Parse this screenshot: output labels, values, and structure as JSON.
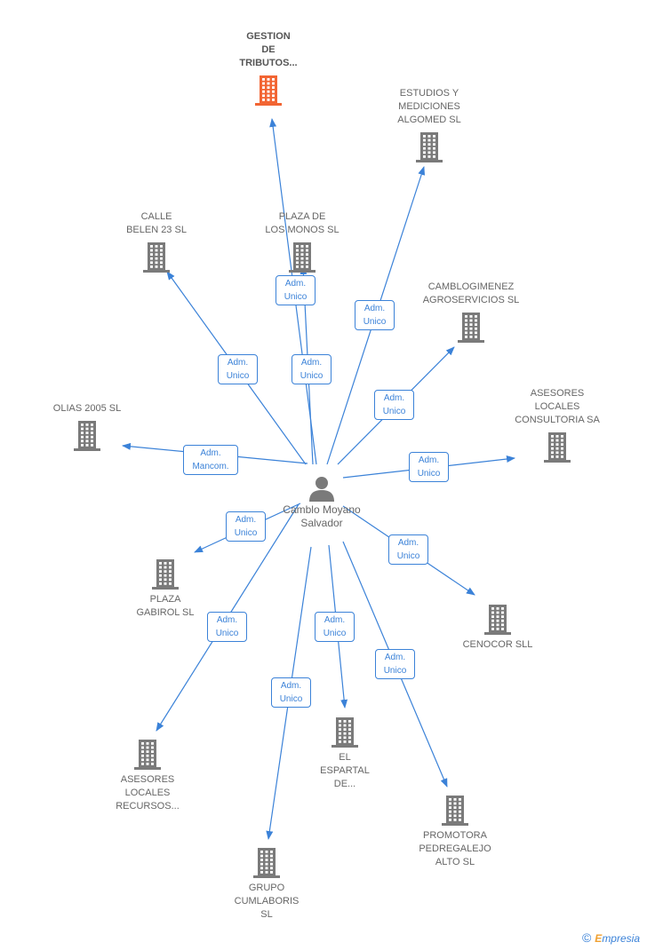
{
  "center": {
    "name": [
      "Camblo",
      "Moyano",
      "Salvador"
    ]
  },
  "companies": [
    {
      "id": "gestion",
      "name": [
        "GESTION",
        "DE",
        "TRIBUTOS..."
      ],
      "focus": true,
      "color": "#f26533"
    },
    {
      "id": "estudios",
      "name": [
        "ESTUDIOS Y",
        "MEDICIONES",
        "ALGOMED SL"
      ],
      "color": "#7a7a7a"
    },
    {
      "id": "calle",
      "name": [
        "CALLE",
        "BELEN 23 SL"
      ],
      "color": "#7a7a7a"
    },
    {
      "id": "plaza-monos",
      "name": [
        "PLAZA DE",
        "LOS MONOS SL"
      ],
      "color": "#7a7a7a"
    },
    {
      "id": "camblogimenez",
      "name": [
        "CAMBLOGIMENEZ",
        "AGROSERVICIOS SL"
      ],
      "color": "#7a7a7a"
    },
    {
      "id": "olias",
      "name": [
        "OLIAS 2005 SL"
      ],
      "color": "#7a7a7a"
    },
    {
      "id": "asesores-consultoria",
      "name": [
        "ASESORES",
        "LOCALES",
        "CONSULTORIA SA"
      ],
      "color": "#7a7a7a"
    },
    {
      "id": "plaza-gabirol",
      "name": [
        "PLAZA",
        "GABIROL SL"
      ],
      "color": "#7a7a7a"
    },
    {
      "id": "cenocor",
      "name": [
        "CENOCOR  SLL"
      ],
      "color": "#7a7a7a"
    },
    {
      "id": "asesores-recursos",
      "name": [
        "ASESORES",
        "LOCALES",
        "RECURSOS..."
      ],
      "color": "#7a7a7a"
    },
    {
      "id": "espartal",
      "name": [
        "EL",
        "ESPARTAL",
        "DE..."
      ],
      "color": "#7a7a7a"
    },
    {
      "id": "promotora",
      "name": [
        "PROMOTORA",
        "PEDREGALEJO",
        "ALTO SL"
      ],
      "color": "#7a7a7a"
    },
    {
      "id": "grupo",
      "name": [
        "GRUPO",
        "CUMLABORIS",
        "SL"
      ],
      "color": "#7a7a7a"
    }
  ],
  "relations": [
    {
      "target": "gestion",
      "role": [
        "Adm.",
        "Unico"
      ]
    },
    {
      "target": "plaza-monos",
      "role": [
        "Adm.",
        "Unico"
      ]
    },
    {
      "target": "estudios",
      "role": [
        "Adm.",
        "Unico"
      ]
    },
    {
      "target": "calle",
      "role": [
        "Adm.",
        "Unico"
      ]
    },
    {
      "target": "camblogimenez",
      "role": [
        "Adm.",
        "Unico"
      ]
    },
    {
      "target": "olias",
      "role": [
        "Adm.",
        "Mancom."
      ]
    },
    {
      "target": "asesores-consultoria",
      "role": [
        "Adm.",
        "Unico"
      ]
    },
    {
      "target": "plaza-gabirol",
      "role": [
        "Adm.",
        "Unico"
      ]
    },
    {
      "target": "cenocor",
      "role": [
        "Adm.",
        "Unico"
      ]
    },
    {
      "target": "asesores-recursos",
      "role": [
        "Adm.",
        "Unico"
      ]
    },
    {
      "target": "espartal",
      "role": [
        "Adm.",
        "Unico"
      ]
    },
    {
      "target": "promotora",
      "role": [
        "Adm.",
        "Unico"
      ]
    },
    {
      "target": "grupo",
      "role": [
        "Adm.",
        "Unico"
      ]
    }
  ],
  "edge_color": "#3b82d8",
  "brand": {
    "symbol": "©",
    "first_letter": "E",
    "rest": "mpresia"
  }
}
